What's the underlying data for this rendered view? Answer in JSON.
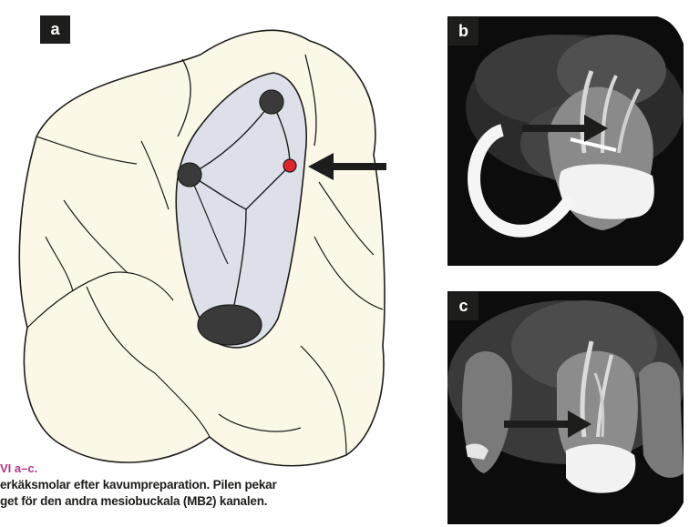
{
  "panels": {
    "a": {
      "label": "a"
    },
    "b": {
      "label": "b"
    },
    "c": {
      "label": "c"
    }
  },
  "caption": {
    "title": "VI a–c.",
    "line1": "erkäksmolar efter kavumpreparation. Pilen pekar",
    "line2": "get för den andra mesiobuckala (MB2) kanalen."
  },
  "colors": {
    "tooth": "#fbf8e7",
    "chamber": "#dde0e9",
    "canal_orifice": "#3a3a3a",
    "mb2_orifice": "#e0242c",
    "arrow": "#1d1d1b",
    "caption_title": "#b0338d"
  },
  "icons": {
    "arrow_a": "arrow-left-icon",
    "arrow_b": "arrow-right-icon",
    "arrow_c": "arrow-right-icon"
  }
}
